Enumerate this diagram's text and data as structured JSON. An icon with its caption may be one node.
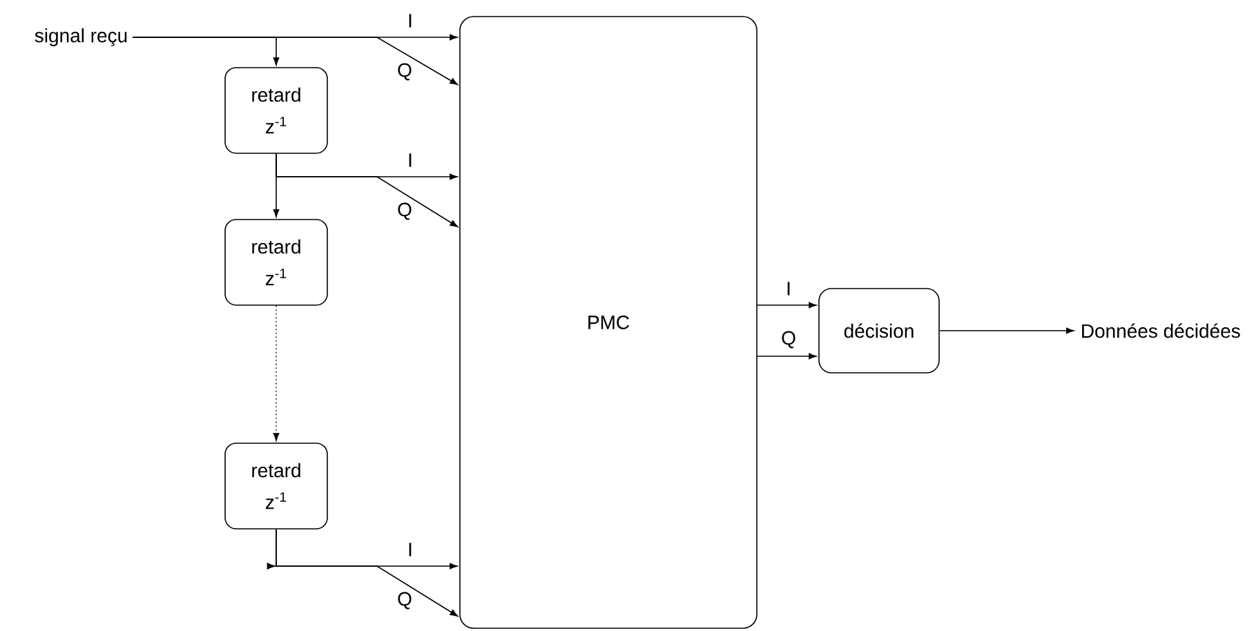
{
  "diagram": {
    "nodes": [
      {
        "text": [
          "signal reçu"
        ]
      },
      {
        "text": [
          "retard",
          "z$^{-1}$"
        ]
      },
      {
        "text": [
          "retard",
          "z$^{-1}$"
        ]
      },
      {
        "text": [
          "retard",
          "z$^{-1}$"
        ]
      },
      {
        "text": [
          "PMC"
        ]
      },
      {
        "text": [
          "décision"
        ]
      },
      {
        "text": [
          "Données décidées"
        ]
      }
    ],
    "edges": [
      {
        "from": 0,
        "to": 4,
        "arrow": "to",
        "label": "I"
      },
      {
        "from": 0,
        "to": 4,
        "arrow": "to",
        "label": "Q"
      },
      {
        "from": 0,
        "to": 1,
        "arrow": "to"
      },
      {
        "from": 1,
        "to": 4,
        "arrow": "to",
        "label": "I"
      },
      {
        "from": 1,
        "to": 4,
        "arrow": "to",
        "label": "Q"
      },
      {
        "from": 1,
        "to": 2,
        "arrow": "to"
      },
      {
        "from": 2,
        "to": 3,
        "arrow": "to",
        "style": "dashed"
      },
      {
        "from": 3,
        "to": 4,
        "arrow": "to",
        "label": "I"
      },
      {
        "from": 3,
        "to": 4,
        "arrow": "to",
        "label": "Q"
      },
      {
        "from": 4,
        "to": 5,
        "arrow": "to",
        "label": "I"
      },
      {
        "from": 4,
        "to": 5,
        "arrow": "to",
        "label": "Q"
      },
      {
        "from": 5,
        "to": 6,
        "arrow": "to"
      }
    ]
  }
}
